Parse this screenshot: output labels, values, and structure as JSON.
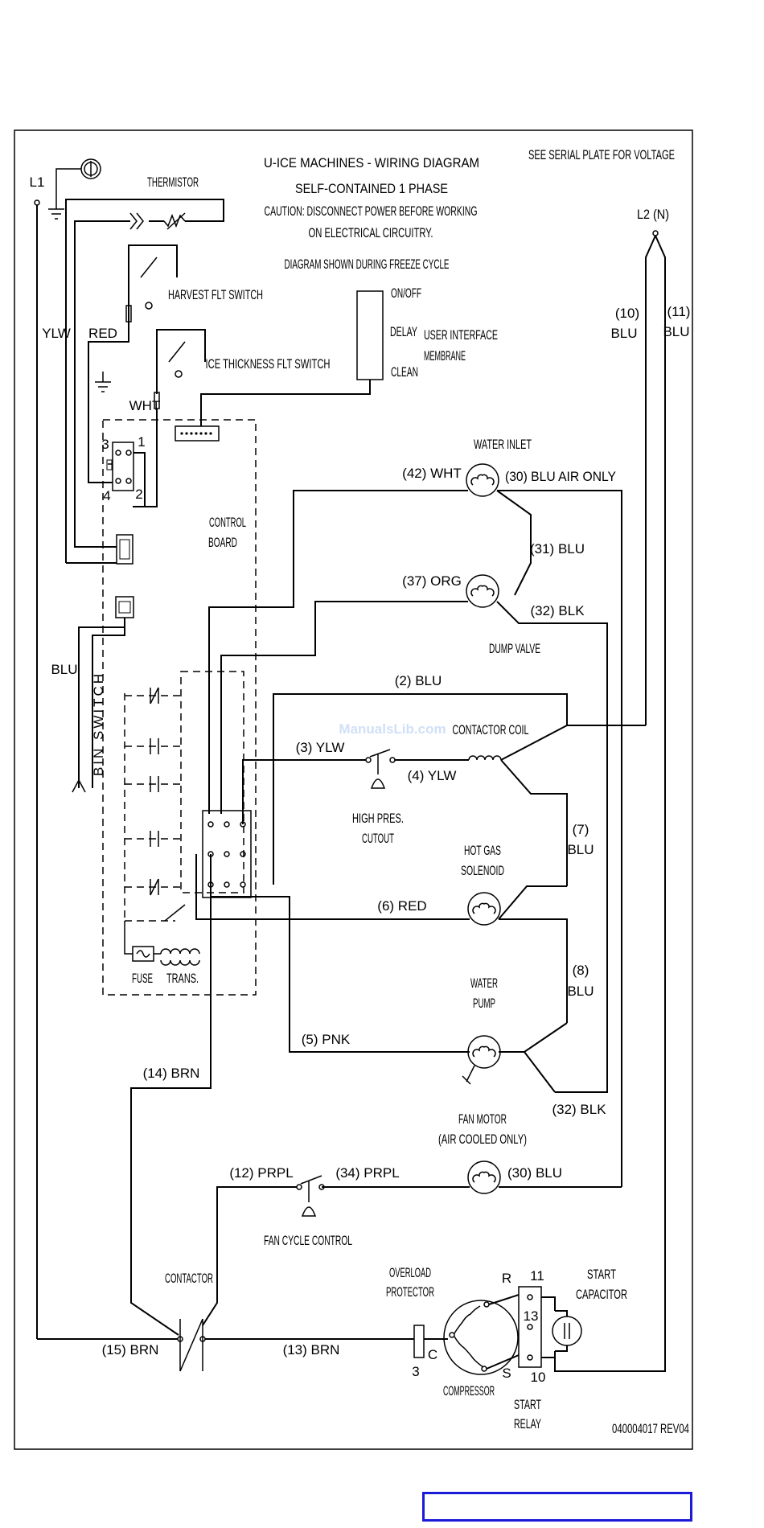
{
  "title": {
    "line1": "U-ICE MACHINES - WIRING DIAGRAM",
    "line2": "SELF-CONTAINED 1 PHASE",
    "caution1": "CAUTION: DISCONNECT POWER BEFORE WORKING",
    "caution2": "ON ELECTRICAL CIRCUITRY.",
    "cycle": "DIAGRAM SHOWN DURING FREEZE CYCLE",
    "voltage": "SEE SERIAL PLATE FOR VOLTAGE"
  },
  "doc_number": "040004017 REV04",
  "watermark": "ManualsLib.com",
  "power": {
    "l1": "L1",
    "l2": "L2 (N)"
  },
  "components": {
    "thermistor": "THERMISTOR",
    "harvest_switch": "HARVEST FLT SWITCH",
    "ice_switch": "ICE THICKNESS FLT SWITCH",
    "ui_onoff": "ON/OFF",
    "ui_delay": "DELAY",
    "ui_clean": "CLEAN",
    "ui_label1": "USER INTERFACE",
    "ui_label2": "MEMBRANE",
    "control_board1": "CONTROL",
    "control_board2": "BOARD",
    "bin_switch": "BIN SWITCH",
    "water_inlet": "WATER INLET",
    "dump_valve": "DUMP VALVE",
    "contactor_coil": "CONTACTOR COIL",
    "high_pres1": "HIGH PRES.",
    "high_pres2": "CUTOUT",
    "hot_gas1": "HOT GAS",
    "hot_gas2": "SOLENOID",
    "water_pump1": "WATER",
    "water_pump2": "PUMP",
    "fan_motor1": "FAN MOTOR",
    "fan_motor2": "(AIR COOLED ONLY)",
    "fan_cycle": "FAN CYCLE CONTROL",
    "contactor": "CONTACTOR",
    "overload1": "OVERLOAD",
    "overload2": "PROTECTOR",
    "compressor": "COMPRESSOR",
    "start_cap1": "START",
    "start_cap2": "CAPACITOR",
    "start_relay1": "START",
    "start_relay2": "RELAY",
    "fuse": "FUSE",
    "trans": "TRANS."
  },
  "wires": {
    "ylw": "YLW",
    "red": "RED",
    "wht": "WHT",
    "blu": "BLU",
    "w10a": "(10)",
    "w10b": "BLU",
    "w11a": "(11)",
    "w11b": "BLU",
    "w42": "(42) WHT",
    "w30a": "(30) BLU AIR ONLY",
    "w31": "(31) BLU",
    "w37": "(37) ORG",
    "w32a": "(32) BLK",
    "w2": "(2) BLU",
    "w3": "(3) YLW",
    "w4": "(4) YLW",
    "w7a": "(7)",
    "w7b": "BLU",
    "w6": "(6) RED",
    "w8a": "(8)",
    "w8b": "BLU",
    "w5": "(5) PNK",
    "w32b": "(32) BLK",
    "w14": "(14) BRN",
    "w12": "(12) PRPL",
    "w34": "(34) PRPL",
    "w30b": "(30) BLU",
    "w15": "(15) BRN",
    "w13": "(13) BRN"
  },
  "terminals": {
    "t3": "3",
    "t1": "1",
    "t4": "4",
    "t2": "2",
    "relay11": "11",
    "relay13": "13",
    "relay10": "10",
    "comp_r": "R",
    "comp_c": "C",
    "comp_s": "S",
    "ol3": "3"
  }
}
